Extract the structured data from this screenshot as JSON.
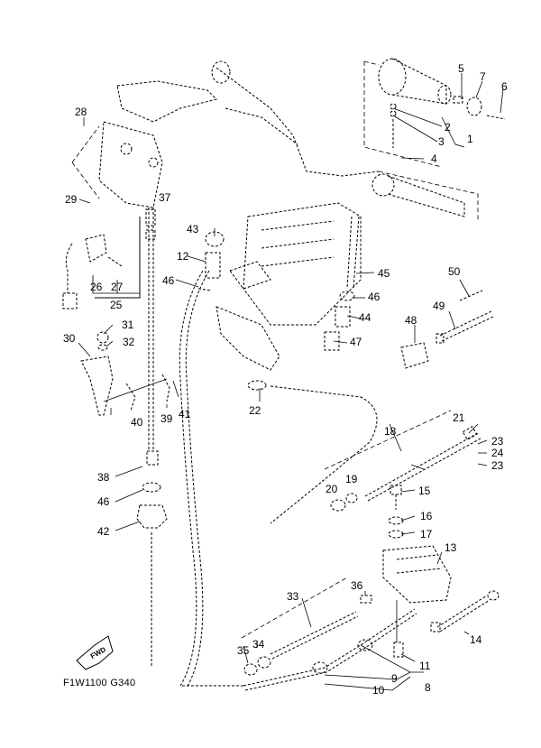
{
  "diagram": {
    "title": "Steering / control cable exploded parts diagram",
    "drawing_code": "F1W1100 G340",
    "direction_marker": "FWD",
    "callouts": [
      {
        "id": "c1",
        "label": "1"
      },
      {
        "id": "c2",
        "label": "2"
      },
      {
        "id": "c3",
        "label": "3"
      },
      {
        "id": "c4",
        "label": "4"
      },
      {
        "id": "c5",
        "label": "5"
      },
      {
        "id": "c6",
        "label": "6"
      },
      {
        "id": "c7",
        "label": "7"
      },
      {
        "id": "c8",
        "label": "8"
      },
      {
        "id": "c9",
        "label": "9"
      },
      {
        "id": "c10",
        "label": "10"
      },
      {
        "id": "c11",
        "label": "11"
      },
      {
        "id": "c12",
        "label": "12"
      },
      {
        "id": "c13",
        "label": "13"
      },
      {
        "id": "c14",
        "label": "14"
      },
      {
        "id": "c15",
        "label": "15"
      },
      {
        "id": "c16",
        "label": "16"
      },
      {
        "id": "c17",
        "label": "17"
      },
      {
        "id": "c18",
        "label": "18"
      },
      {
        "id": "c19",
        "label": "19"
      },
      {
        "id": "c20",
        "label": "20"
      },
      {
        "id": "c21",
        "label": "21"
      },
      {
        "id": "c22",
        "label": "22"
      },
      {
        "id": "c23a",
        "label": "23"
      },
      {
        "id": "c24",
        "label": "24"
      },
      {
        "id": "c23b",
        "label": "23"
      },
      {
        "id": "c25",
        "label": "25"
      },
      {
        "id": "c26",
        "label": "26"
      },
      {
        "id": "c27",
        "label": "27"
      },
      {
        "id": "c28",
        "label": "28"
      },
      {
        "id": "c29",
        "label": "29"
      },
      {
        "id": "c30",
        "label": "30"
      },
      {
        "id": "c31",
        "label": "31"
      },
      {
        "id": "c32",
        "label": "32"
      },
      {
        "id": "c33",
        "label": "33"
      },
      {
        "id": "c34",
        "label": "34"
      },
      {
        "id": "c35",
        "label": "35"
      },
      {
        "id": "c36",
        "label": "36"
      },
      {
        "id": "c37",
        "label": "37"
      },
      {
        "id": "c38",
        "label": "38"
      },
      {
        "id": "c39",
        "label": "39"
      },
      {
        "id": "c40",
        "label": "40"
      },
      {
        "id": "c41",
        "label": "41"
      },
      {
        "id": "c42",
        "label": "42"
      },
      {
        "id": "c43",
        "label": "43"
      },
      {
        "id": "c44",
        "label": "44"
      },
      {
        "id": "c45",
        "label": "45"
      },
      {
        "id": "c46a",
        "label": "46"
      },
      {
        "id": "c46b",
        "label": "46"
      },
      {
        "id": "c46c",
        "label": "46"
      },
      {
        "id": "c47",
        "label": "47"
      },
      {
        "id": "c48",
        "label": "48"
      },
      {
        "id": "c49",
        "label": "49"
      },
      {
        "id": "c50",
        "label": "50"
      }
    ]
  }
}
